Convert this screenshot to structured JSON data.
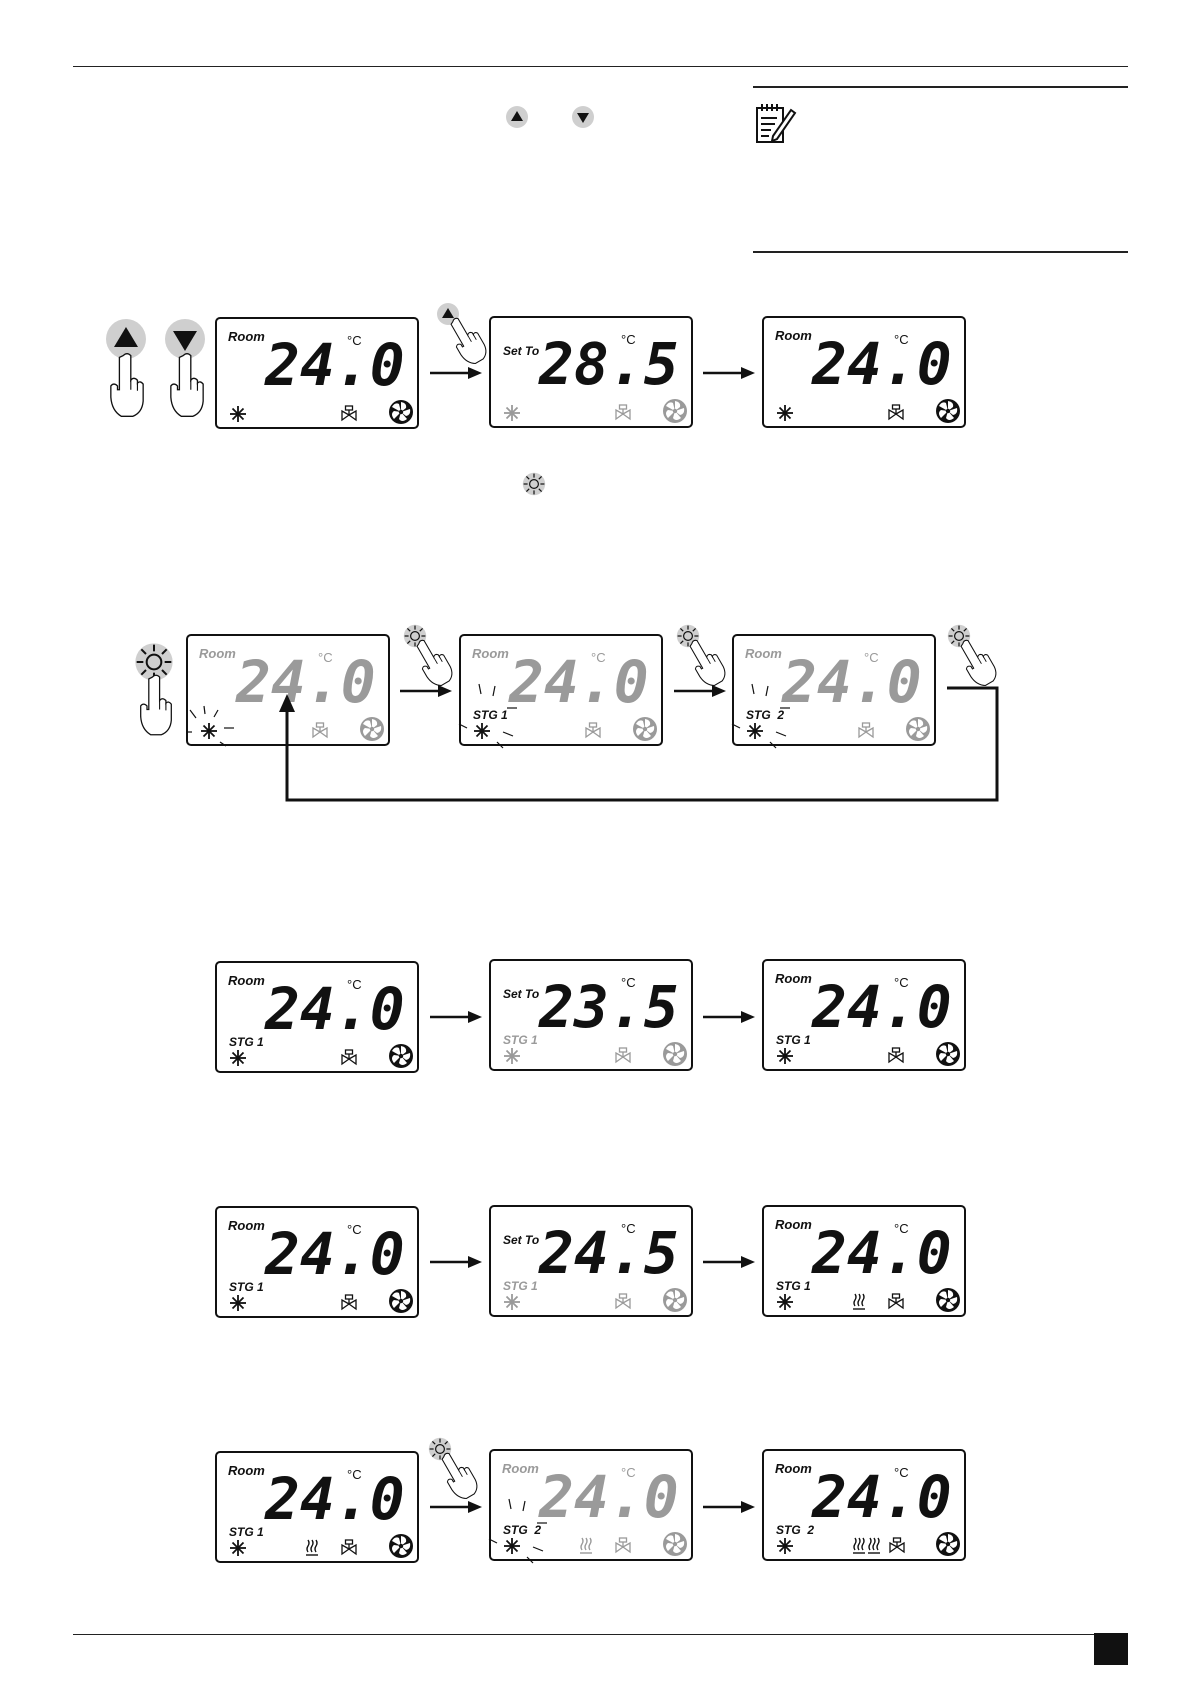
{
  "page": {
    "title": "",
    "page_number": ""
  },
  "lcd_labels": {
    "room": "Room",
    "set_to": "Set To",
    "unit": "°C"
  },
  "row1": {
    "room_temp": "24.0",
    "set_temp": "28.5",
    "after_temp": "24.0"
  },
  "row2": {
    "room_temp": "24.0",
    "stg1": "STG 1",
    "stg2": "STG  2"
  },
  "row3": {
    "room_temp": "24.0",
    "set_temp": "23.5",
    "after_temp": "24.0",
    "stg": "STG 1"
  },
  "row4": {
    "room_temp": "24.0",
    "set_temp": "24.5",
    "after_temp": "24.0",
    "stg": "STG 1"
  },
  "row5": {
    "room_temp": "24.0",
    "mid_temp": "24.0",
    "after_temp": "24.0",
    "stg1": "STG 1",
    "stg2": "STG  2"
  },
  "icons": [
    "up-button-icon",
    "down-button-icon",
    "notepad-icon",
    "hand-press-icon",
    "mode-sun-icon",
    "snowflake-icon",
    "valve-icon",
    "fan-icon",
    "heater-icon",
    "arrow-right-icon"
  ],
  "colors": {
    "ink": "#111111",
    "dim": "#9a9a9a",
    "button_bg": "#cfcfcf"
  }
}
